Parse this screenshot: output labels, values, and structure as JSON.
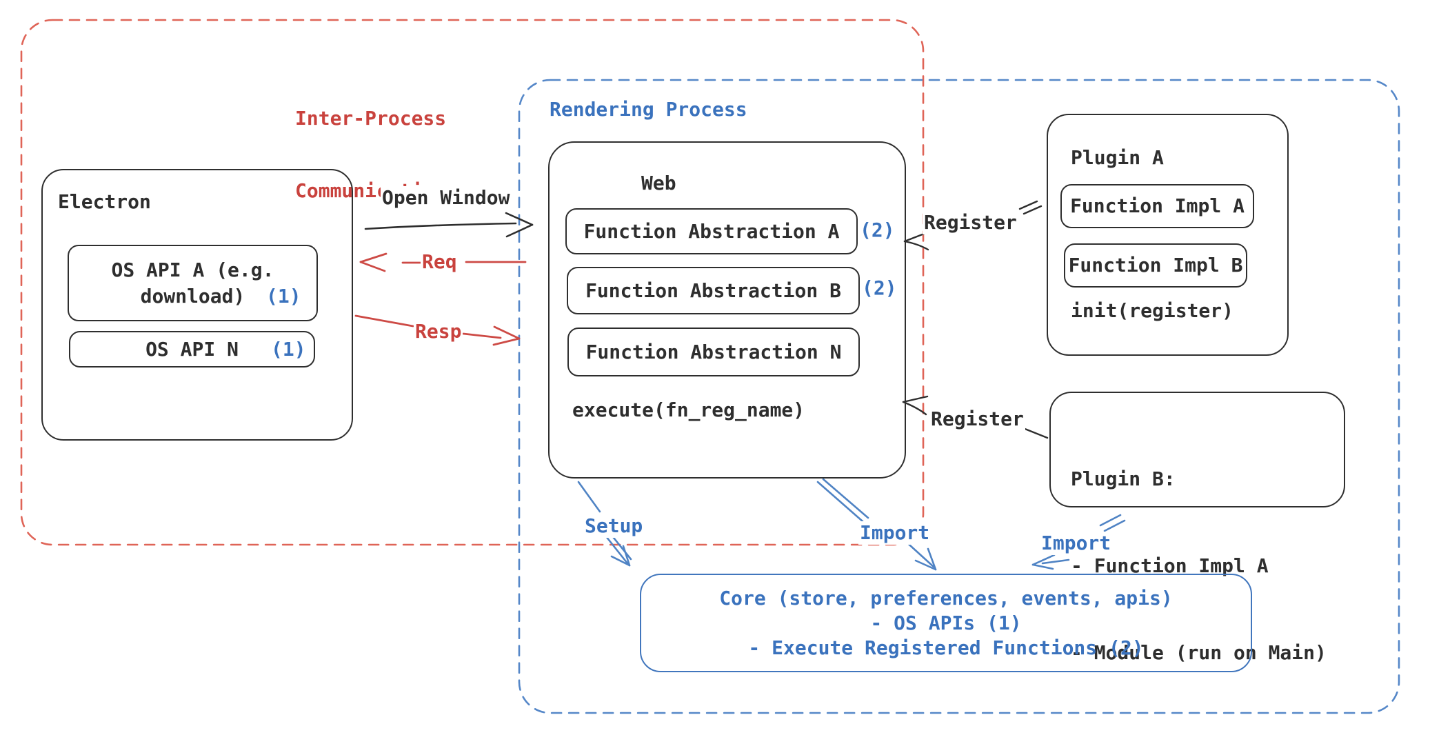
{
  "ipc_region": {
    "line1": "Inter-Process",
    "line2": "Communication"
  },
  "rendering_region": {
    "label": "Rendering Process"
  },
  "electron": {
    "title": "Electron",
    "api_a_line1": "OS API A (e.g.",
    "api_a_line2": "download)",
    "api_a_badge": "(1)",
    "api_n_label": "OS API N",
    "api_n_badge": "(1)"
  },
  "web": {
    "title": "Web",
    "fn_a": "Function Abstraction A",
    "fn_a_badge": "(2)",
    "fn_b": "Function Abstraction B",
    "fn_b_badge": "(2)",
    "fn_n": "Function Abstraction N",
    "execute": "execute(fn_reg_name)"
  },
  "plugin_a": {
    "title": "Plugin A",
    "impl_a": "Function Impl A",
    "impl_b": "Function Impl B",
    "init": "init(register)"
  },
  "plugin_b": {
    "line1": "Plugin B:",
    "line2": "- Function Impl A",
    "line3": "- Module (run on Main)"
  },
  "core": {
    "line1": "Core (store, preferences, events, apis)",
    "line2": "- OS APIs (1)",
    "line3": "- Execute Registered Functions (2)"
  },
  "arrows": {
    "open_window": "Open Window",
    "req": "Req",
    "resp": "Resp",
    "register_top": "Register",
    "register_bottom": "Register",
    "setup": "Setup",
    "import_web": "Import",
    "import_plugin": "Import"
  },
  "colors": {
    "red_text": "#c9423d",
    "red_dash_border": "#df6457",
    "blue_text": "#3a72bd",
    "blue_dash_border": "#5587c8",
    "blue_arrow": "#4f83c4",
    "ink": "#2e2e2e",
    "background": "#ffffff"
  }
}
